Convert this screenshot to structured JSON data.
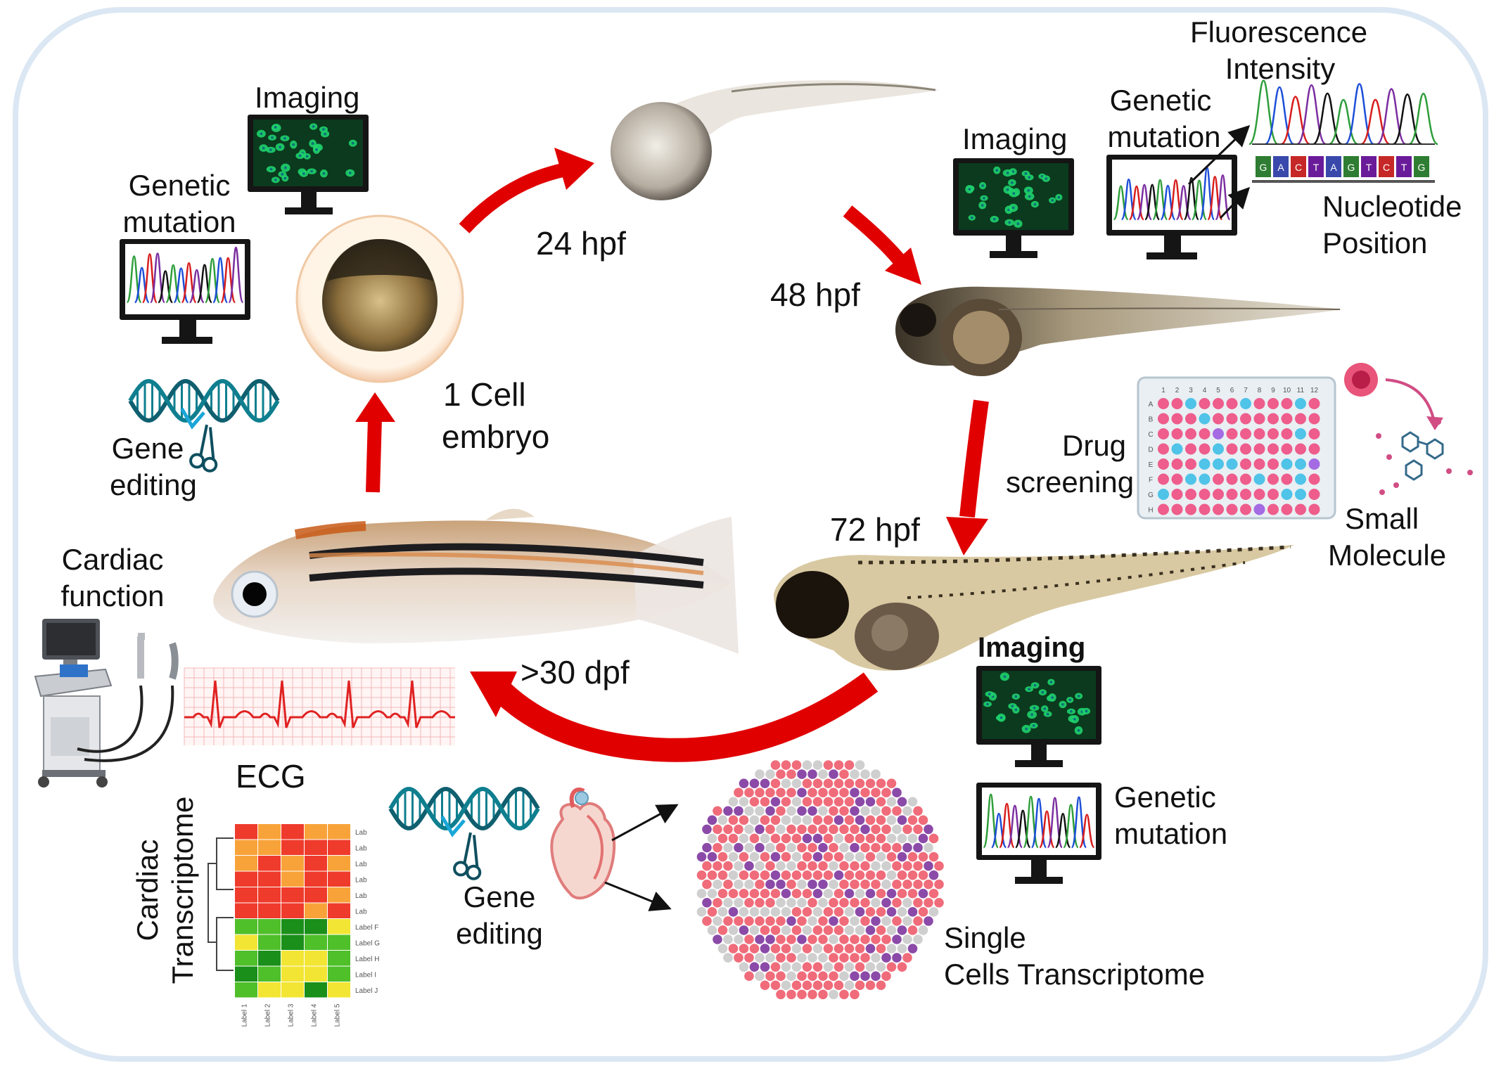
{
  "stages": {
    "one_cell_line1": "1 Cell",
    "one_cell_line2": "embryo",
    "h24": "24 hpf",
    "h48": "48 hpf",
    "h72": "72 hpf",
    "d30": ">30 dpf"
  },
  "top_left": {
    "imaging": "Imaging",
    "genetic_line1": "Genetic",
    "genetic_line2": "mutation",
    "gene_edit_line1": "Gene",
    "gene_edit_line2": "editing"
  },
  "top_right": {
    "imaging": "Imaging",
    "genetic_line1": "Genetic",
    "genetic_line2": "mutation",
    "fluor_line1": "Fluorescence",
    "fluor_line2": "Intensity",
    "nuc_line1": "Nucleotide",
    "nuc_line2": "Position",
    "sequence": [
      "G",
      "A",
      "C",
      "T",
      "A",
      "G",
      "T",
      "C",
      "T",
      "G"
    ]
  },
  "drug": {
    "drug_line1": "Drug",
    "drug_line2": "screening",
    "small_line1": "Small",
    "small_line2": "Molecule",
    "plate_cols": [
      "1",
      "2",
      "3",
      "4",
      "5",
      "6",
      "7",
      "8",
      "9",
      "10",
      "11",
      "12"
    ],
    "plate_rows": [
      "A",
      "B",
      "C",
      "D",
      "E",
      "F",
      "G",
      "H"
    ]
  },
  "bottom_right": {
    "imaging": "Imaging",
    "genetic_line1": "Genetic",
    "genetic_line2": "mutation",
    "single_line1": "Single",
    "single_line2": "Cells Transcriptome"
  },
  "bottom_left": {
    "cardiac_line1": "Cardiac",
    "cardiac_line2": "function",
    "ecg": "ECG",
    "transcriptome_line1": "Cardiac",
    "transcriptome_line2": "Transcriptome",
    "gene_edit_line1": "Gene",
    "gene_edit_line2": "editing",
    "heatmap_rows": [
      "Lab",
      "Lab",
      "Lab",
      "Lab",
      "Lab",
      "Lab",
      "Label F",
      "Label G",
      "Label H",
      "Label I",
      "Label J"
    ],
    "heatmap_cols": [
      "Label 1",
      "Label 2",
      "Label 3",
      "Label 4",
      "Label 5"
    ]
  },
  "colors": {
    "arrow": "#e00000",
    "frame": "#d9e6f2",
    "monitor_screen": "#0b3a1e",
    "cell_green": "#1fd16b",
    "dna_teal": "#0f7f8f",
    "pink_cell": "#f06c7a",
    "purple_cell": "#8b4aa8",
    "gray_cell": "#cfcfcf",
    "plate_pink": "#ee5d8c",
    "plate_blue": "#4fc3e8",
    "plate_purple": "#a46be3"
  }
}
